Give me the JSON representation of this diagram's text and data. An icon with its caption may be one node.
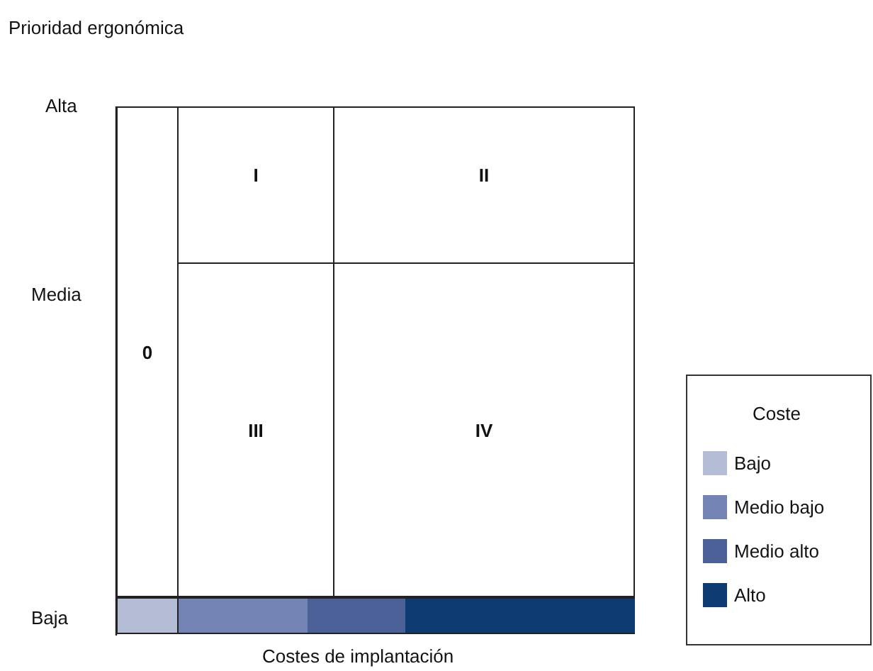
{
  "diagram": {
    "nodes": [
      {
        "text": [
          "0"
        ]
      },
      {
        "text": [
          "I"
        ]
      },
      {
        "text": [
          "II"
        ]
      },
      {
        "text": [
          "III"
        ]
      },
      {
        "text": [
          "IV"
        ]
      }
    ],
    "labels": [
      "Prioridad ergonómica",
      "Alta",
      "Media",
      "Baja",
      "Costes de implantación",
      "Coste"
    ],
    "legend": [
      {
        "text": "Bajo",
        "color": "#b4bcd6"
      },
      {
        "text": "Medio bajo",
        "color": "#7384b4"
      },
      {
        "text": "Medio alto",
        "color": "#4a6096"
      },
      {
        "text": "Alto",
        "color": "#0e3a72"
      }
    ]
  }
}
